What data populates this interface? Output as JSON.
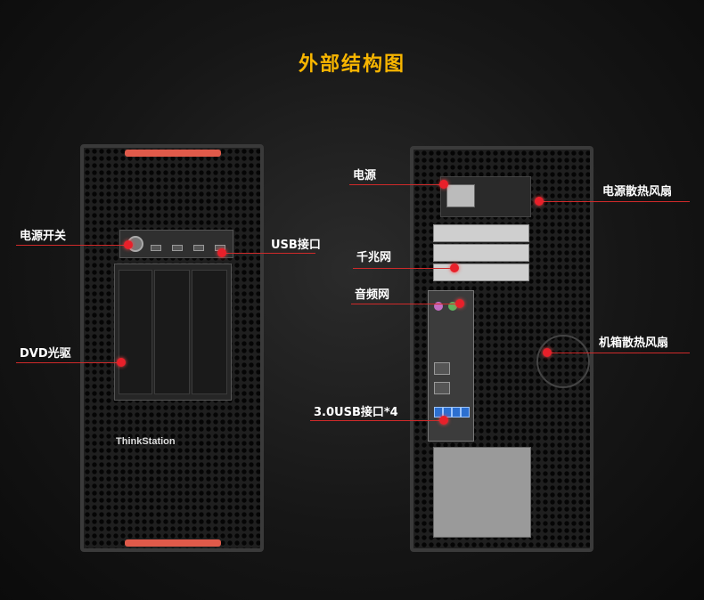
{
  "title": "外部结构图",
  "front": {
    "brand": "ThinkStation",
    "labels": {
      "power_switch": "电源开关",
      "usb_port": "USB接口",
      "dvd_drive": "DVD光驱"
    }
  },
  "rear": {
    "labels": {
      "power_supply": "电源",
      "psu_fan": "电源散热风扇",
      "gigabit_lan": "千兆网",
      "audio": "音频网",
      "case_fan": "机箱散热风扇",
      "usb3_ports": "3.0USB接口*4"
    }
  },
  "colors": {
    "title": "#f7b500",
    "accent_line": "#d02a2a",
    "dot": "#e8202a",
    "handle": "#e05a4a"
  }
}
